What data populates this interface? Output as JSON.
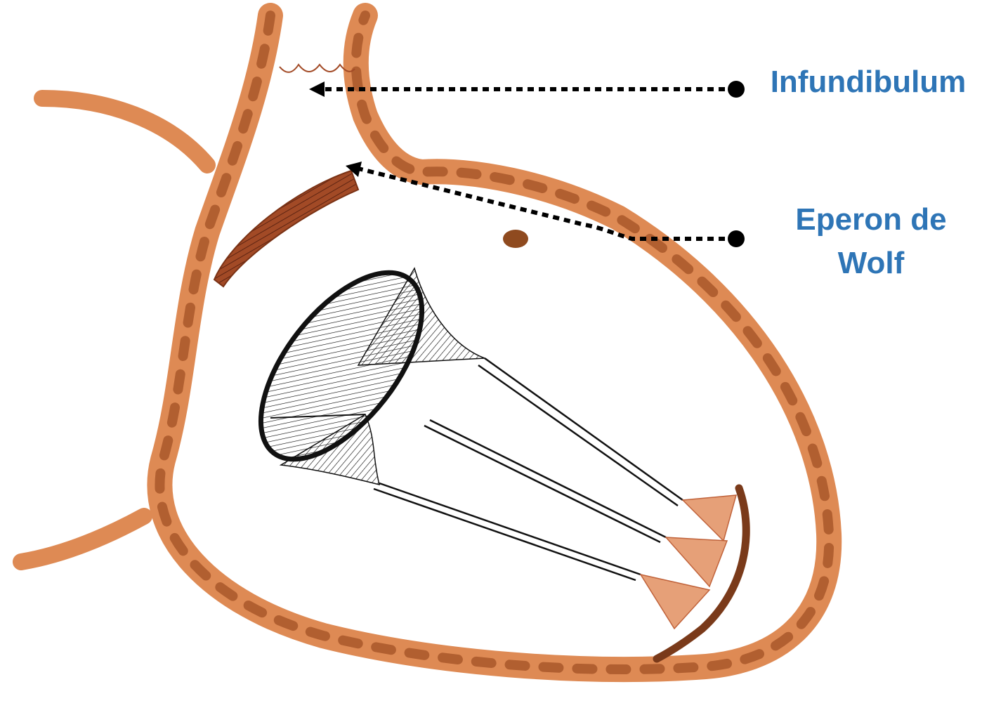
{
  "labels": {
    "infundibulum": "Infundibulum",
    "eperon_line1": "Eperon de",
    "eperon_line2": "Wolf"
  },
  "colors": {
    "label_text": "#2e75b6",
    "wall": "#de8a54",
    "wall_dark": "#a9572a",
    "wall_spot": "#8f4a1f",
    "spur": "#a24a26",
    "valve_ink": "#111111",
    "arrow": "#000000",
    "chordae_fan": "#c0623a"
  },
  "icons": {
    "arrowhead": "arrowhead-left-icon",
    "pointer_dot": "pointer-dot-icon"
  }
}
